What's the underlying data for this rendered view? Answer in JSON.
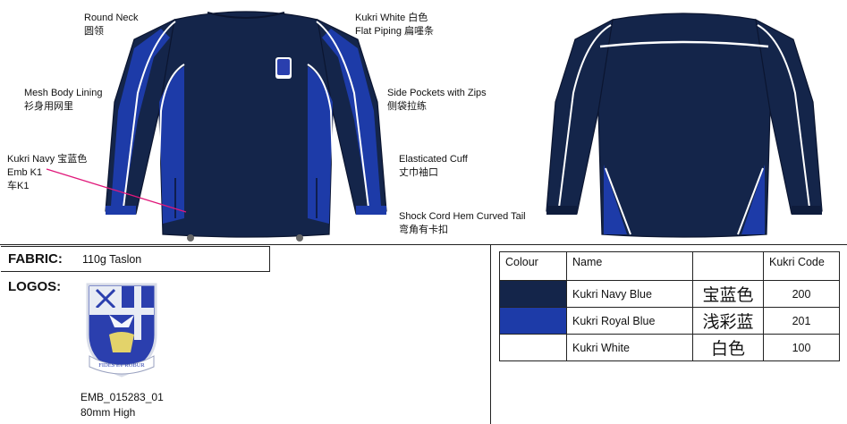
{
  "callouts": {
    "round_neck": "Round Neck\n圆领",
    "mesh_lining": "Mesh Body Lining\n衫身用网里",
    "emb": "Kukri Navy  宝蓝色\nEmb K1\n车K1",
    "piping": "Kukri White  白色\nFlat Piping   扁嚜条",
    "pockets": "Side Pockets with Zips\n侧袋拉练",
    "cuff": "Elasticated Cuff\n丈巾袖口",
    "hem": "Shock Cord Hem Curved Tail\n弯角有卡扣"
  },
  "fabric": {
    "label": "FABRIC:",
    "value": "110g Taslon"
  },
  "logos": {
    "label": "LOGOS:",
    "crest_motto": "FIDES ET ROBUR",
    "code": "EMB_015283_01",
    "size": "80mm High"
  },
  "colours": {
    "headers": [
      "Colour",
      "Name",
      "",
      "Kukri Code"
    ],
    "rows": [
      {
        "swatch": "#14254a",
        "name": "Kukri Navy Blue",
        "cn": "宝蓝色",
        "code": "200"
      },
      {
        "swatch": "#1d3ba8",
        "name": "Kukri Royal Blue",
        "cn": "浅彩蓝",
        "code": "201"
      },
      {
        "swatch": "#ffffff",
        "name": "Kukri White",
        "cn": "白色",
        "code": "100"
      }
    ]
  },
  "palette": {
    "navy": "#14254a",
    "royal": "#1d3ba8",
    "white": "#ffffff",
    "leader": "#e0187a"
  }
}
